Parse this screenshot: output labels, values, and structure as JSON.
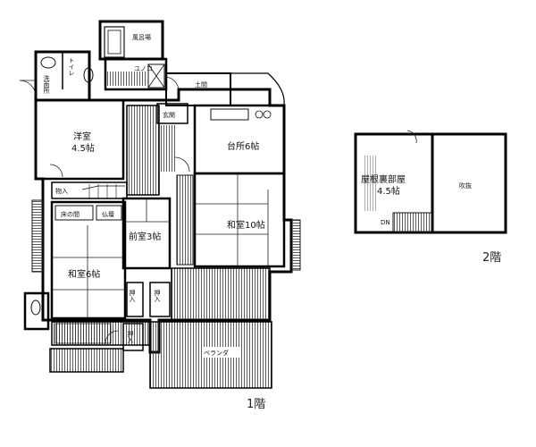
{
  "floor1": {
    "label": "1階",
    "rooms": {
      "bath": "風呂場",
      "toilet": "トイレ",
      "washroom": "洗面所",
      "unitsink": "ユノコ",
      "yoshitsu_name": "洋室",
      "yoshitsu_size": "4.5帖",
      "doma": "土間",
      "genkan": "玄関",
      "kitchen": "台所6帖",
      "storage": "物入",
      "tokonoma": "床の間",
      "butsudan": "仏壇",
      "washitsu6": "和室6帖",
      "zenshitsu3": "前室3帖",
      "washitsu10": "和室10帖",
      "oshiire1": "押入",
      "oshiire2": "押入",
      "oshiire3": "押入",
      "veranda": "ベランダ"
    }
  },
  "floor2": {
    "label": "2階",
    "rooms": {
      "attic_name": "屋根裏部屋",
      "attic_size": "4.5帖",
      "void": "吹抜",
      "dn": "DN"
    }
  }
}
